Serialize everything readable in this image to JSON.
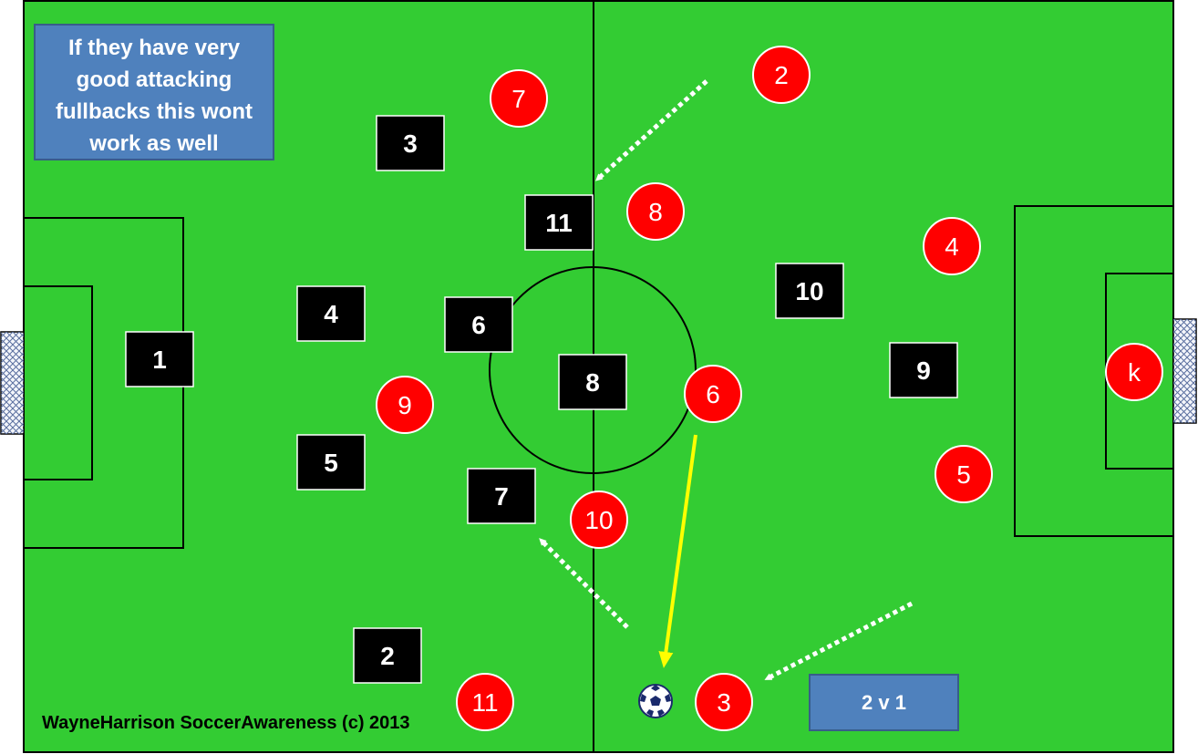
{
  "note": {
    "lines": [
      "If they have very",
      "good attacking",
      "fullbacks this wont",
      "work as well"
    ]
  },
  "tactic_label": "2 v 1",
  "credit": "WayneHarrison SoccerAwareness (c) 2013",
  "colors": {
    "pitch": "#33cc33",
    "lines": "#000000",
    "black_team": "#000000",
    "red_team": "#ff0000",
    "run_arrow": "#ffffff",
    "pass_arrow": "#ffff00",
    "label_box": "#4f81bd"
  },
  "black_team": [
    {
      "label": "1"
    },
    {
      "label": "3"
    },
    {
      "label": "11"
    },
    {
      "label": "4"
    },
    {
      "label": "6"
    },
    {
      "label": "8"
    },
    {
      "label": "10"
    },
    {
      "label": "9"
    },
    {
      "label": "5"
    },
    {
      "label": "7"
    },
    {
      "label": "2"
    }
  ],
  "red_team": [
    {
      "label": "7"
    },
    {
      "label": "2"
    },
    {
      "label": "8"
    },
    {
      "label": "4"
    },
    {
      "label": "k"
    },
    {
      "label": "9"
    },
    {
      "label": "6"
    },
    {
      "label": "5"
    },
    {
      "label": "10"
    },
    {
      "label": "11"
    },
    {
      "label": "3"
    }
  ],
  "arrows": [
    {
      "type": "run",
      "description": "red 2 run"
    },
    {
      "type": "run",
      "description": "red 10 run"
    },
    {
      "type": "run",
      "description": "red 3 run"
    },
    {
      "type": "pass",
      "description": "red 6 pass"
    }
  ],
  "icons": {
    "ball": "soccer-ball-icon",
    "goal_left": "goal-net-icon",
    "goal_right": "goal-net-icon"
  }
}
